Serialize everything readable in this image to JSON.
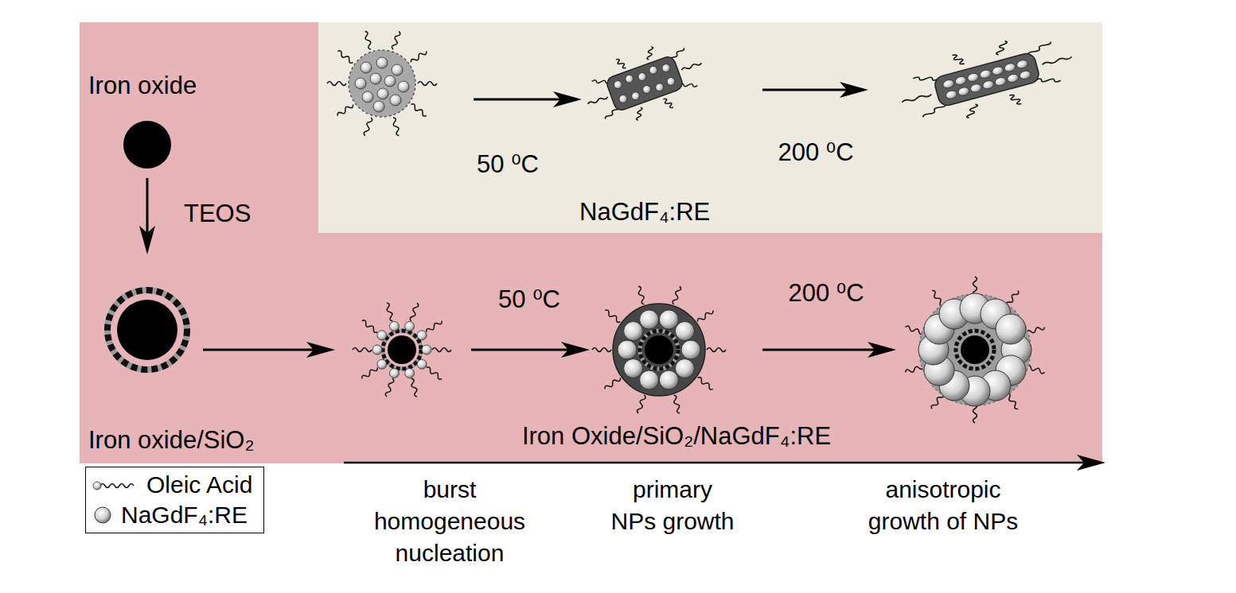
{
  "diagram": {
    "nodes": [
      {
        "text": [
          "Iron oxide"
        ]
      },
      {
        "text": [
          "NaGdF₄:RE"
        ]
      },
      {
        "text": [
          "Iron oxide/SiO₂"
        ]
      }
    ],
    "edges": [
      {
        "from": 0,
        "to": 2,
        "arrow": "to",
        "label": "TEOS"
      }
    ],
    "labels": [
      "50 ⁰C",
      "200 ⁰C",
      "50 ⁰C",
      "200 ⁰C",
      "Iron Oxide/SiO₂/NaGdF₄:RE",
      "burst homogeneous nucleation",
      "primary NPs growth",
      "anisotropic growth of NPs"
    ],
    "legend": [
      {
        "text": "Oleic Acid"
      },
      {
        "text": "NaGdF₄:RE"
      }
    ]
  }
}
